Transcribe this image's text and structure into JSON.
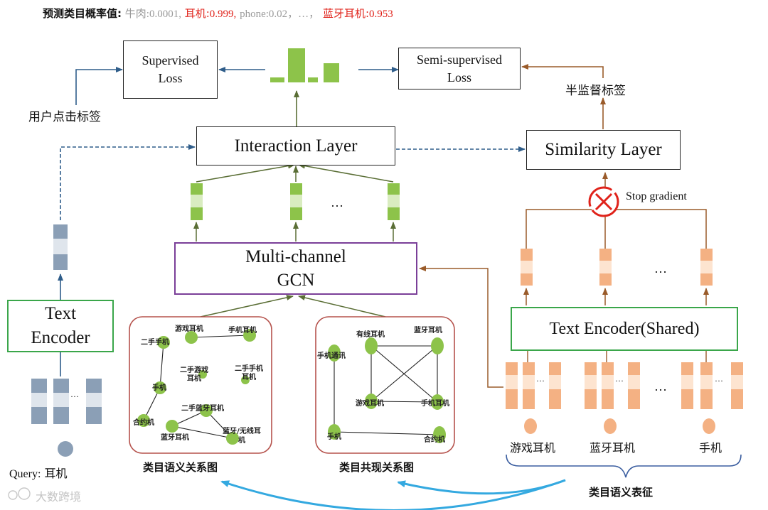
{
  "prediction": {
    "title": "预测类目概率值:",
    "item1_label": "牛肉:",
    "item1_value": "0.0001,",
    "item2_label": "耳机:",
    "item2_value": "0.999,",
    "item3_label": "phone:",
    "item3_value": "0.02，…，",
    "item4_label": "蓝牙耳机:",
    "item4_value": "0.953"
  },
  "nodes": {
    "supervised_loss_l1": "Supervised",
    "supervised_loss_l2": "Loss",
    "semi_loss_l1": "Semi-supervised",
    "semi_loss_l2": "Loss",
    "interaction": "Interaction Layer",
    "similarity": "Similarity Layer",
    "gcn_l1": "Multi-channel",
    "gcn_l2": "GCN",
    "text_encoder_l1": "Text",
    "text_encoder_l2": "Encoder",
    "shared_encoder": "Text Encoder(Shared)"
  },
  "labels": {
    "user_click": "用户点击标签",
    "semi_label": "半监督标签",
    "stop_gradient": "Stop gradient",
    "query_prefix": "Query:",
    "query_value": "耳机",
    "ellipsis": "…",
    "vec_ellipsis": "···",
    "semantic_graph": "类目语义关系图",
    "cooccur_graph": "类目共现关系图",
    "cat_game": "游戏耳机",
    "cat_bt": "蓝牙耳机",
    "cat_phone": "手机",
    "cat_repr": "类目语义表征",
    "watermark": "大数跨境"
  },
  "semantic_graph": {
    "nodes": [
      "游戏耳机",
      "手机耳机",
      "二手手机",
      "二手游戏耳机",
      "二手手机耳机",
      "手机",
      "二手蓝牙耳机",
      "合约机",
      "蓝牙耳机",
      "蓝牙/无线耳机"
    ]
  },
  "cooccur_graph": {
    "nodes": [
      "有线耳机",
      "蓝牙耳机",
      "手机通讯",
      "游戏耳机",
      "手机耳机",
      "手机",
      "合约机"
    ]
  },
  "colors": {
    "green": "#8dc34a",
    "green_light": "#d9ecc0",
    "orange": "#f4b183",
    "orange_light": "#fde4d0",
    "slate": "#8b9fb6",
    "slate_light": "#dfe5ec",
    "blue_arrow": "#2f5d8a",
    "brown_arrow": "#9a5b2a",
    "olive_arrow": "#5a6e35",
    "red": "#e0221a",
    "graph_border": "#b5524c",
    "brace": "#3b5ea0"
  }
}
